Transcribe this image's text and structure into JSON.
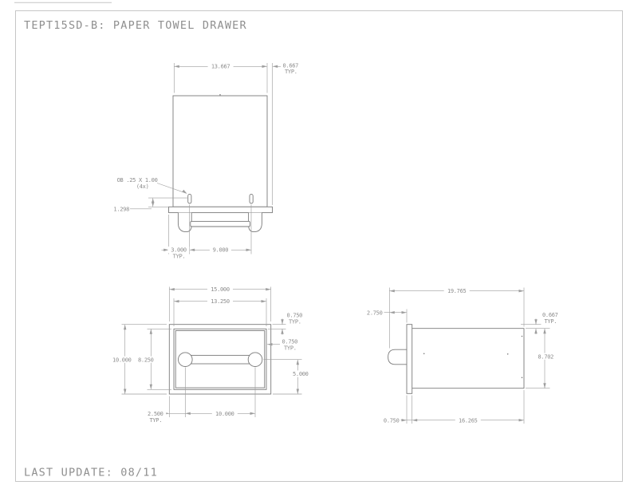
{
  "sheet": {
    "title": "TEPT15SD-B: PAPER TOWEL DRAWER",
    "last_update": "LAST UPDATE: 08/11"
  },
  "colors": {
    "geometry_line": "#7a7a7a",
    "dimension_line": "#9e9e9e",
    "text": "#8c8c8c",
    "border": "#c6c6c6",
    "background": "#ffffff"
  },
  "top_view": {
    "width": "13.667",
    "flange_offset": "0.667",
    "typ": "TYP.",
    "slot_note_line1": "OB .25 X 1.00",
    "slot_note_line2": "(4x)",
    "slot_drop": "1.298",
    "bar_offset": "3.000",
    "bar_span": "9.000"
  },
  "front_view": {
    "outer_width": "15.000",
    "opening_width": "13.250",
    "flange_typ": "0.750",
    "border_typ": "0.750",
    "typ": "TYP.",
    "outer_height": "10.000",
    "opening_height": "8.250",
    "handle_height": "5.000",
    "handle_offset": "2.500",
    "handle_span": "10.000"
  },
  "side_view": {
    "total_depth": "19.765",
    "handle_depth": "2.750",
    "flange_typ": "0.667",
    "typ": "TYP.",
    "body_height": "8.702",
    "flange_thickness": "0.750",
    "body_depth": "16.265"
  }
}
